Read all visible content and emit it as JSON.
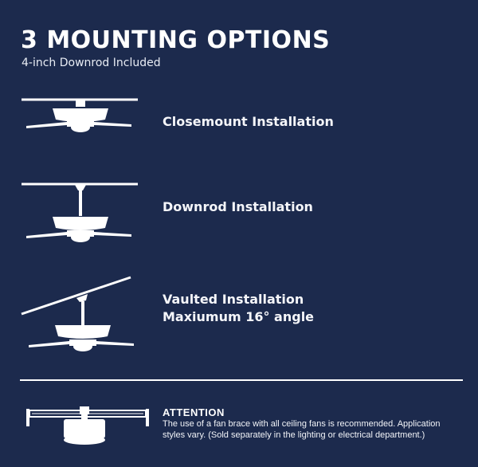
{
  "header": {
    "title": "3 MOUNTING OPTIONS",
    "subtitle": "4-inch Downrod Included"
  },
  "options": [
    {
      "label": "Closemount Installation",
      "icon": "closemount-fan-icon"
    },
    {
      "label": "Downrod Installation",
      "icon": "downrod-fan-icon"
    },
    {
      "label_line1": "Vaulted Installation",
      "label_line2": "Maxiumum 16° angle",
      "icon": "vaulted-fan-icon"
    }
  ],
  "attention": {
    "title": "ATTENTION",
    "body": "The use of a fan brace with all ceiling fans is recommended. Application styles vary. (Sold separately in the lighting or electrical department.)",
    "icon": "fan-brace-icon"
  },
  "colors": {
    "background": "#1c2a4d",
    "foreground": "#ffffff"
  }
}
